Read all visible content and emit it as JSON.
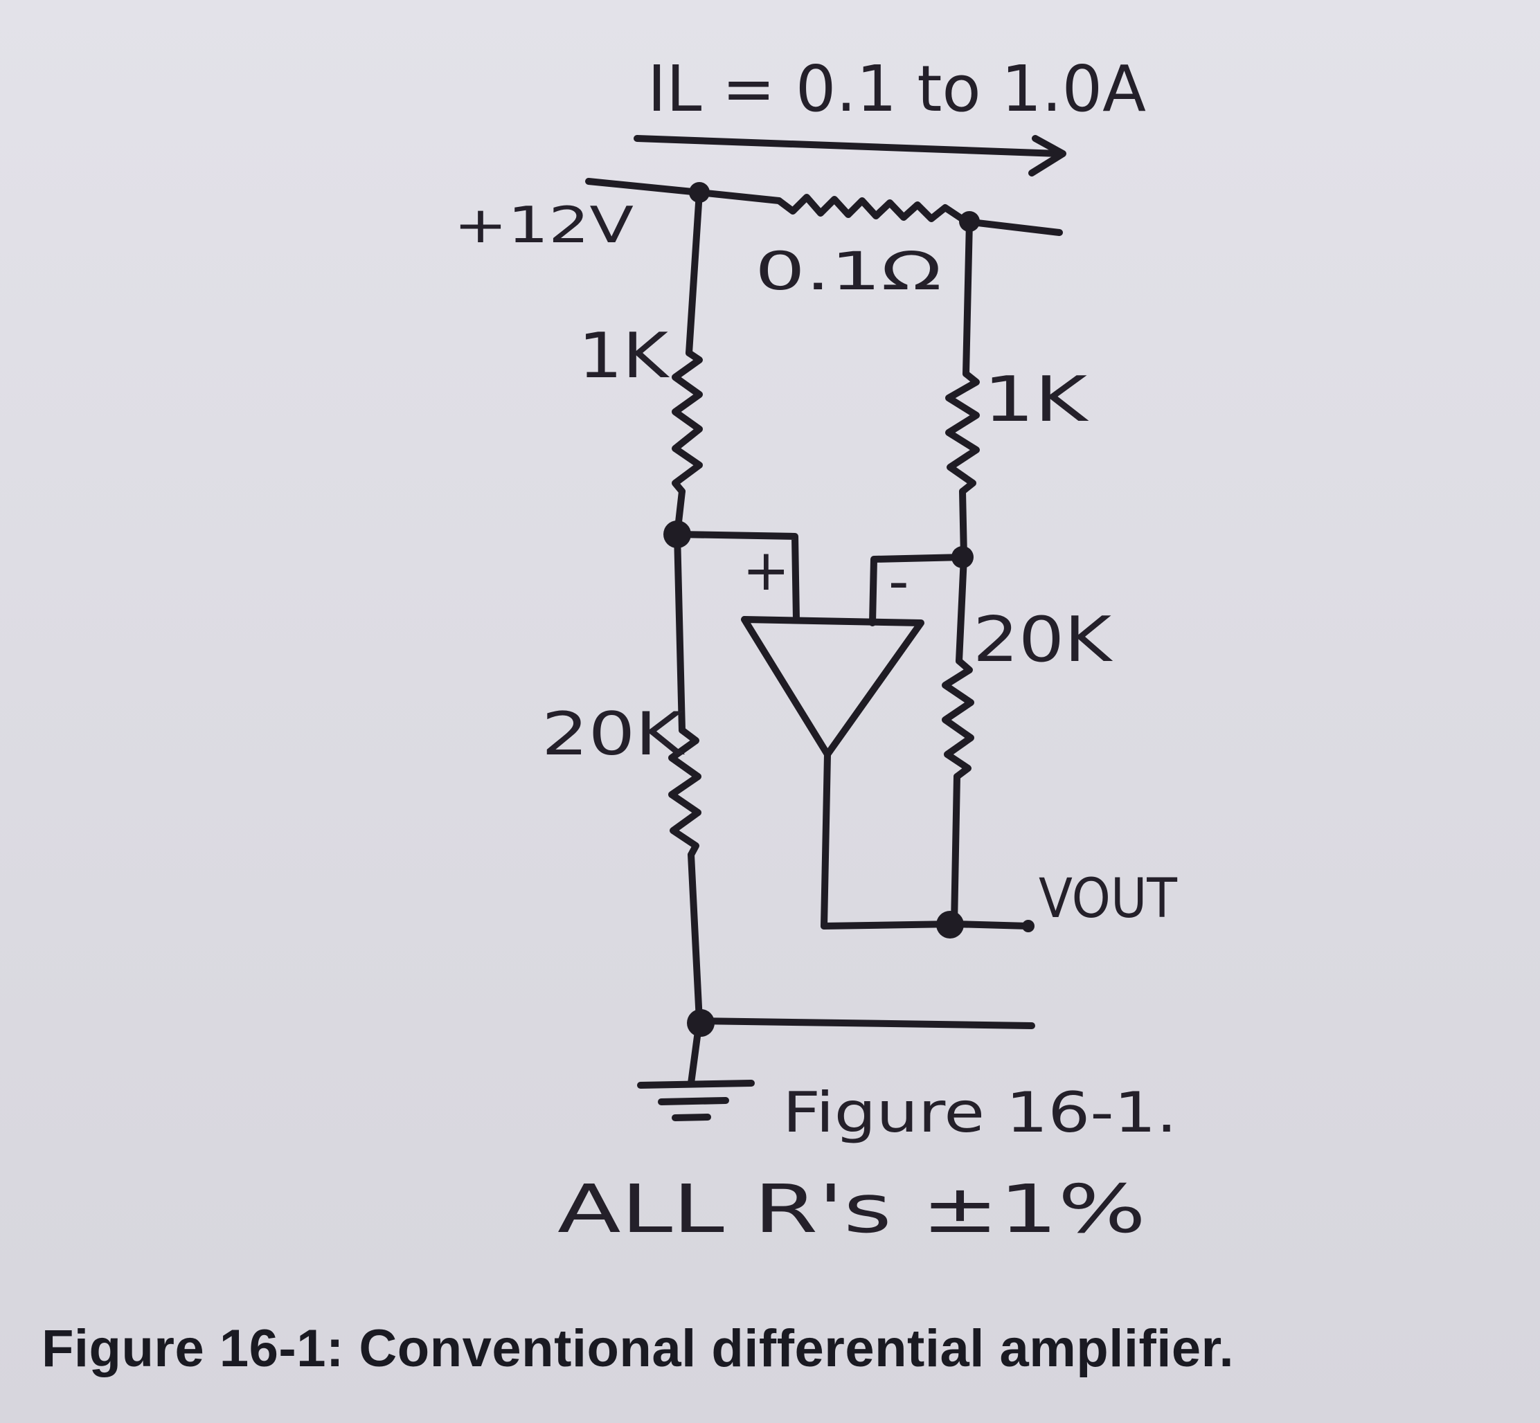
{
  "current_label": "IL = 0.1 to 1.0A",
  "supply_label": "+12V",
  "sense_resistor_label": "0.1Ω",
  "left_upper_resistor_label": "1K",
  "right_upper_resistor_label": "1K",
  "left_lower_resistor_label": "20K",
  "right_lower_resistor_label": "20K",
  "plus_input_label": "+",
  "minus_input_label": "-",
  "output_label": "VOUT",
  "handwritten_figure_label": "Figure 16-1.",
  "tolerance_note": "ALL R's ±1%",
  "caption": "Figure 16-1: Conventional differential amplifier."
}
